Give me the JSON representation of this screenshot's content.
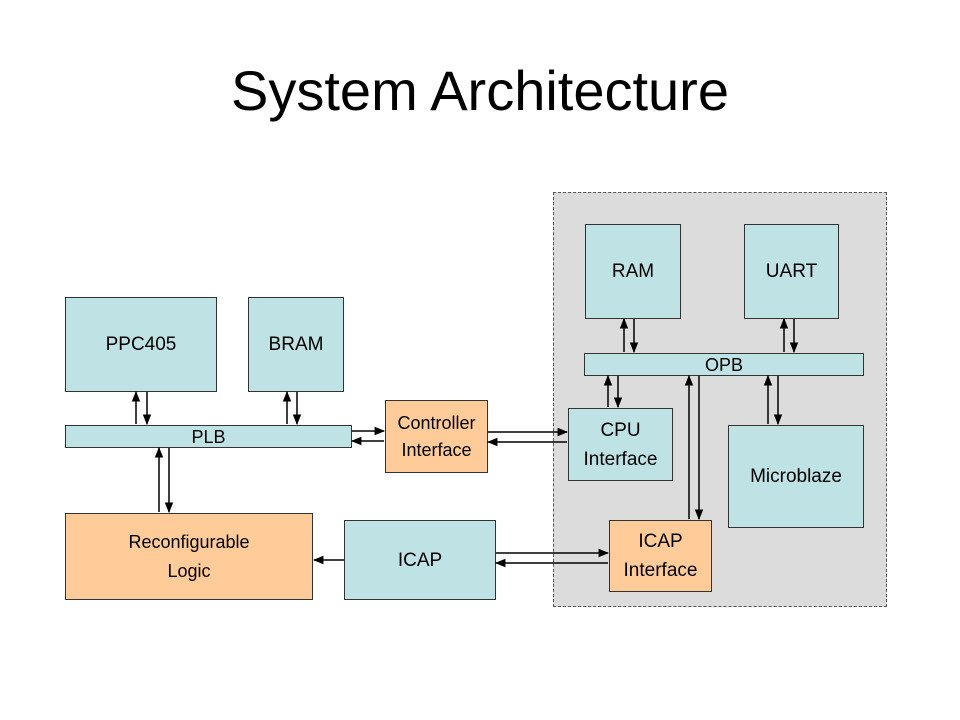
{
  "title": "System Architecture",
  "blocks": {
    "ppc405": "PPC405",
    "bram": "BRAM",
    "plb": "PLB",
    "controller_interface": "Controller\nInterface",
    "reconfigurable_logic": "Reconfigurable\nLogic",
    "icap": "ICAP",
    "ram": "RAM",
    "uart": "UART",
    "opb": "OPB",
    "cpu_interface": "CPU\nInterface",
    "microblaze": "Microblaze",
    "icap_interface": "ICAP\nInterface"
  },
  "colors": {
    "memory_bus_blocks": "#bfe3e5",
    "interface_logic_blocks": "#ffcc99",
    "region_fill": "#dcdcdc"
  }
}
